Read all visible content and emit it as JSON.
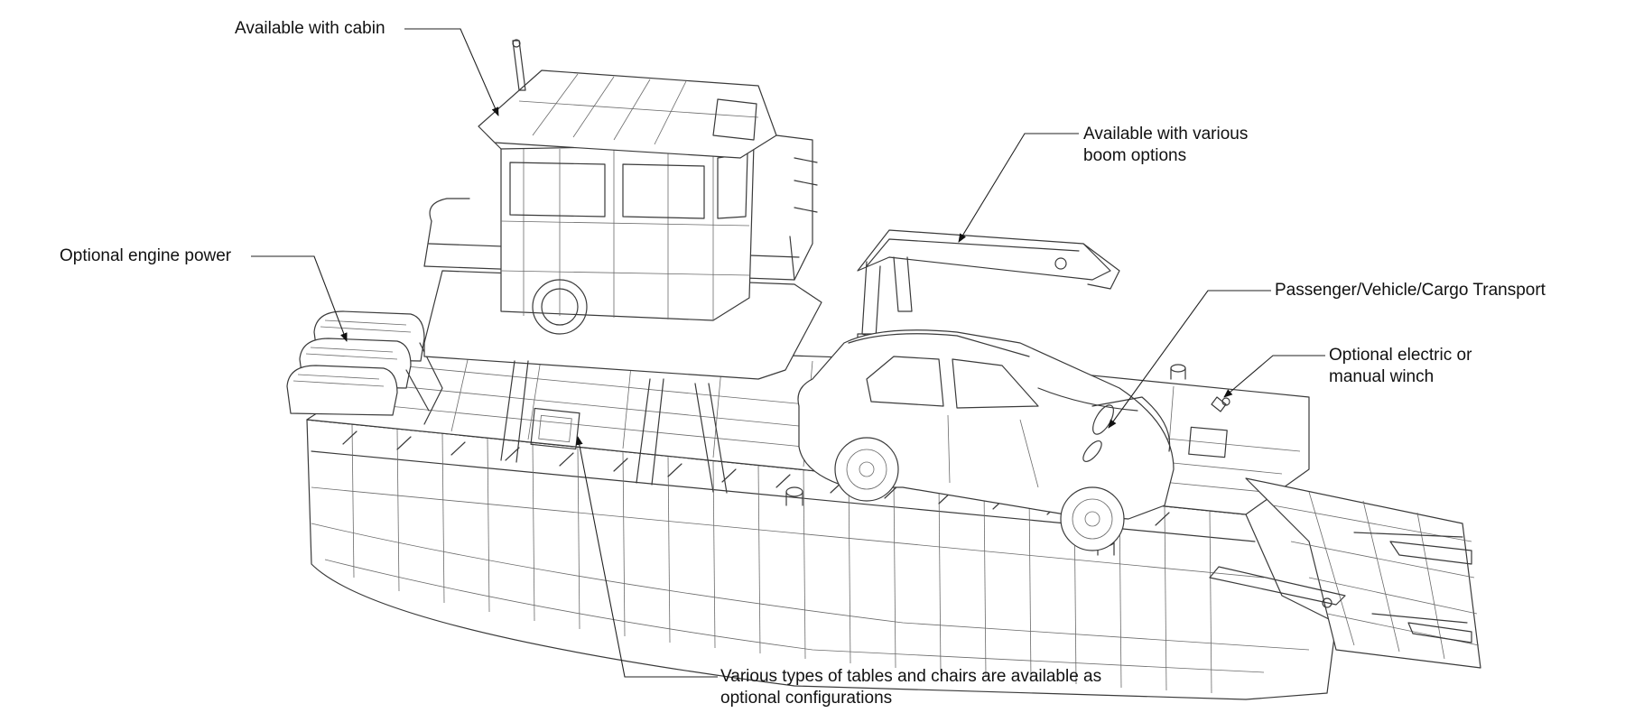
{
  "callouts": {
    "cabin": "Available with cabin",
    "boom_line1": "Available with various",
    "boom_line2": "boom options",
    "engine": "Optional engine power",
    "transport": "Passenger/Vehicle/Cargo Transport",
    "winch_line1": "Optional electric or",
    "winch_line2": "manual winch",
    "tables_line1": "Various types of tables and chairs are available as",
    "tables_line2": "optional configurations"
  },
  "colors": {
    "line": "#3a3a3a",
    "text": "#111111",
    "background": "#ffffff"
  }
}
